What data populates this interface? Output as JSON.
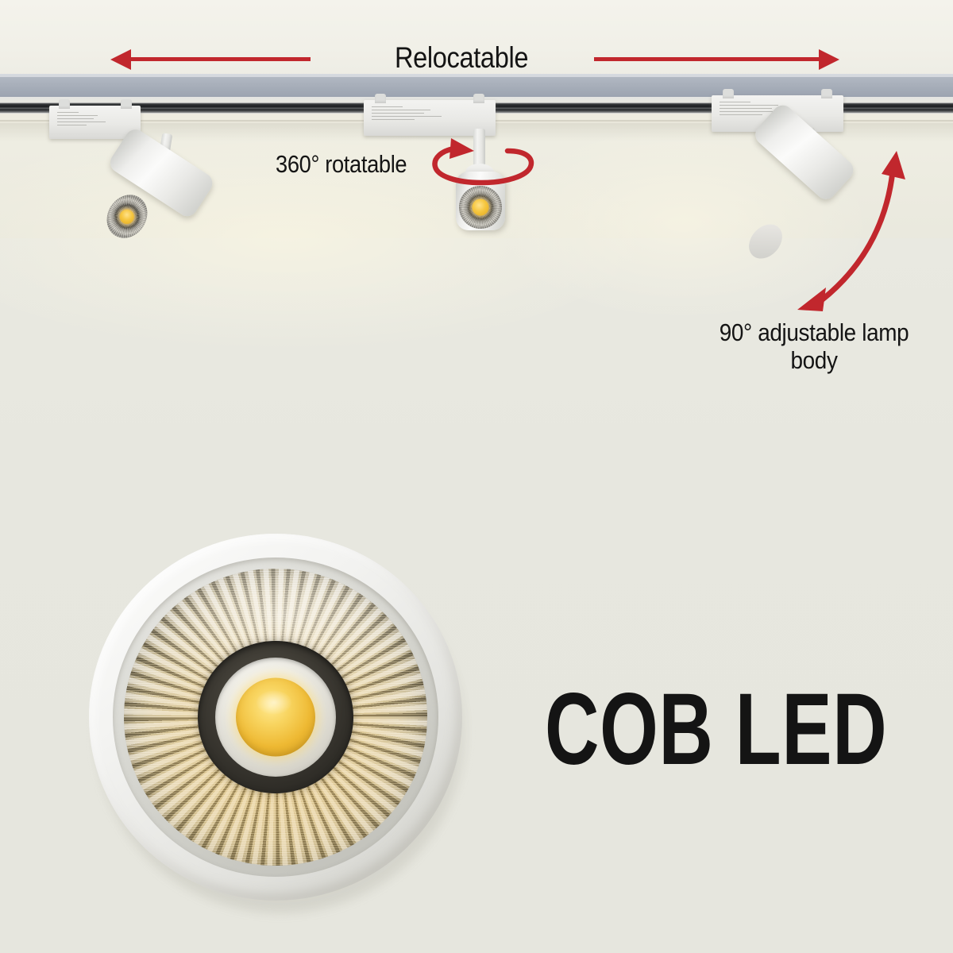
{
  "scene": {
    "title": "Relocatable",
    "annotations": [
      {
        "id": "rotatable",
        "text": "360° rotatable"
      },
      {
        "id": "adjustable",
        "text": "90° adjustable lamp body"
      }
    ],
    "feature_caption": "COB LED",
    "colors": {
      "arrow_red": "#C1272D",
      "text_black": "#141414",
      "wall": "#E7E7E0",
      "ceiling": "#F2F1E9",
      "track_rail": "#A9B0BB",
      "fixture_white": "#F4F4F2",
      "cob_amber": "#F6C63F"
    },
    "objects": {
      "track_rail": "track-rail",
      "spotlights": [
        {
          "id": "left",
          "name": "spotlight-left"
        },
        {
          "id": "center",
          "name": "spotlight-center"
        },
        {
          "id": "right",
          "name": "spotlight-right"
        }
      ],
      "lamp_closeup": "cob-led-lamp-closeup"
    },
    "icons": {
      "arrow_left": "arrow-left-icon",
      "arrow_right": "arrow-right-icon",
      "rotation_loop": "rotation-arrow-icon",
      "swing_arc": "swing-arrow-icon"
    }
  }
}
